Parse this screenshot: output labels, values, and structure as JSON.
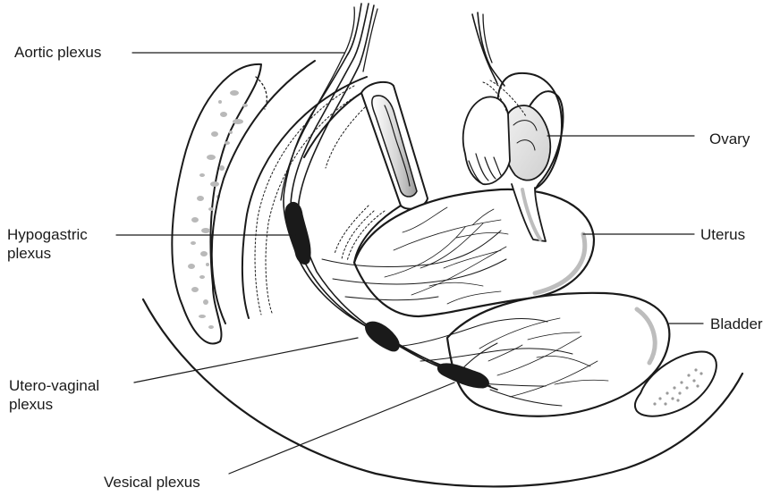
{
  "labels": {
    "aortic": "Aortic plexus",
    "hypogastric": [
      "Hypogastric",
      "plexus"
    ],
    "utero_vaginal": [
      "Utero-vaginal",
      "plexus"
    ],
    "vesical": "Vesical plexus",
    "ovary": "Ovary",
    "uterus": "Uterus",
    "bladder": "Bladder"
  },
  "colors": {
    "ink": "#1a1a1a",
    "shade": "#bfbfbf",
    "light_shade": "#e3e3e3",
    "background": "#ffffff"
  }
}
